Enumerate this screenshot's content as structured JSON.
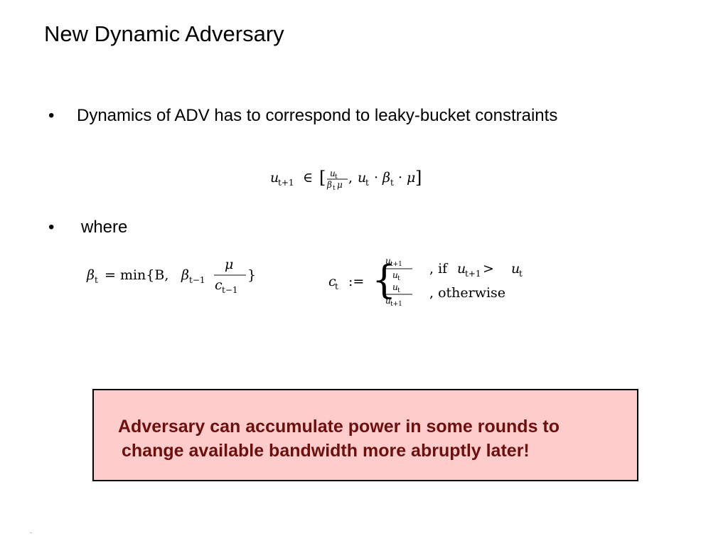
{
  "slide": {
    "title": "New Dynamic Adversary",
    "bullets": [
      {
        "marker": "•",
        "text": "Dynamics of ADV has to correspond to leaky-bucket constraints"
      },
      {
        "marker": "•",
        "text": "where"
      }
    ],
    "formulas": {
      "update_rule": {
        "lhs": "u",
        "lhs_sub": "t+1",
        "relation": "∈",
        "open_bracket": "[",
        "frac_num": "u",
        "frac_num_sub": "t",
        "frac_den": "β",
        "frac_den_sub": "t",
        "frac_den_tail": "μ",
        "comma": ",",
        "product_u": "u",
        "product_u_sub": "t",
        "dot1": "·",
        "product_beta": "β",
        "product_beta_sub": "t",
        "dot2": "·",
        "product_mu": "μ",
        "close_bracket": "]"
      },
      "beta_def": {
        "lhs": "β",
        "lhs_sub": "t",
        "equals": "= min{B, ",
        "beta_prev": "β",
        "beta_prev_sub": "t−1",
        "frac_num": "μ",
        "frac_den": "c",
        "frac_den_sub": "t−1",
        "close": "}"
      },
      "c_def": {
        "lhs": "c",
        "lhs_sub": "t",
        "assign": ":=",
        "brace": "{",
        "case1_num": "u",
        "case1_num_sub": "t+1",
        "case1_den": "u",
        "case1_den_sub": "t",
        "case1_condition_prefix": ", if ",
        "case1_cond_u1": "u",
        "case1_cond_u1_sub": "t+1",
        "case1_cond_gt": " > ",
        "case1_cond_u2": "u",
        "case1_cond_u2_sub": "t",
        "case2_num": "u",
        "case2_num_sub": "t",
        "case2_den": "u",
        "case2_den_sub": "t+1",
        "case2_condition": ", otherwise"
      }
    },
    "callout": {
      "line1": "Adversary can accumulate power in some rounds to",
      "line2": "change available bandwidth more abruptly later!"
    },
    "slide_mark": "-"
  }
}
